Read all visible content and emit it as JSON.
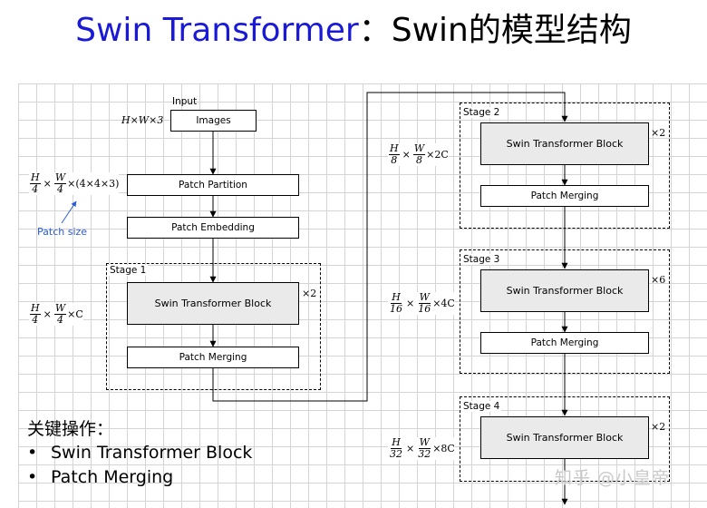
{
  "title": {
    "prefix": "Swin Transformer",
    "suffix": "：Swin的模型结构"
  },
  "input": {
    "label": "Input",
    "images_label": "Images",
    "dim_text": "H×W×3"
  },
  "patch_partition": {
    "label": "Patch Partition",
    "dim": {
      "h_num": "H",
      "h_den": "4",
      "w_num": "W",
      "w_den": "4",
      "tail": "×(4×4×3)"
    }
  },
  "patch_size_note": "Patch size",
  "patch_embedding": {
    "label": "Patch Embedding"
  },
  "stages": [
    {
      "label": "Stage 1",
      "block_label": "Swin Transformer Block",
      "repeat": "×2",
      "merge_label": "Patch Merging",
      "dim": {
        "h_num": "H",
        "h_den": "4",
        "w_num": "W",
        "w_den": "4",
        "tail": "×C"
      }
    },
    {
      "label": "Stage 2",
      "block_label": "Swin Transformer Block",
      "repeat": "×2",
      "merge_label": "Patch Merging",
      "dim": {
        "h_num": "H",
        "h_den": "8",
        "w_num": "W",
        "w_den": "8",
        "tail": "×2C"
      }
    },
    {
      "label": "Stage 3",
      "block_label": "Swin Transformer Block",
      "repeat": "×6",
      "merge_label": "Patch Merging",
      "dim": {
        "h_num": "H",
        "h_den": "16",
        "w_num": "W",
        "w_den": "16",
        "tail": "×4C"
      }
    },
    {
      "label": "Stage 4",
      "block_label": "Swin Transformer Block",
      "repeat": "×2",
      "dim": {
        "h_num": "H",
        "h_den": "32",
        "w_num": "W",
        "w_den": "32",
        "tail": "×8C"
      }
    }
  ],
  "key_ops": {
    "title": "关键操作：",
    "bullet": "•",
    "items": [
      "Swin Transformer Block",
      "Patch Merging"
    ]
  },
  "watermark": "知乎 @小皇帝"
}
